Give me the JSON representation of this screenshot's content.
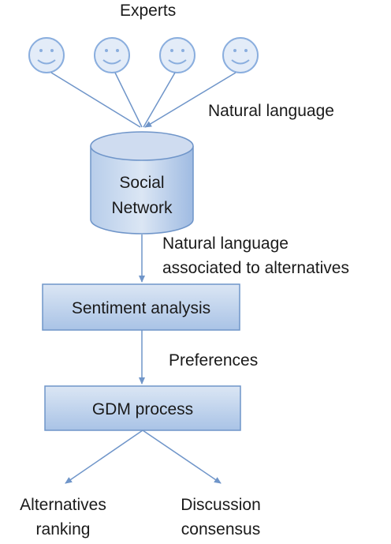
{
  "title": "Experts",
  "edge_labels": {
    "experts_to_network": "Natural language",
    "network_to_sentiment_line1": "Natural language",
    "network_to_sentiment_line2": "associated to alternatives",
    "sentiment_to_gdm": "Preferences"
  },
  "nodes": {
    "social_network_line1": "Social",
    "social_network_line2": "Network",
    "sentiment_analysis": "Sentiment analysis",
    "gdm_process": "GDM process"
  },
  "outputs": {
    "alternatives_line1": "Alternatives",
    "alternatives_line2": "ranking",
    "discussion_line1": "Discussion",
    "discussion_line2": "consensus"
  },
  "icons": [
    "smiley-icon",
    "smiley-icon",
    "smiley-icon",
    "smiley-icon"
  ],
  "colors": {
    "box_fill_top": "#dbe6f4",
    "box_fill_bottom": "#a9c3e6",
    "box_stroke": "#6f95c9",
    "arrow": "#6f95c9",
    "smiley_fill": "#e3ecf8",
    "smiley_stroke": "#8aaede"
  }
}
